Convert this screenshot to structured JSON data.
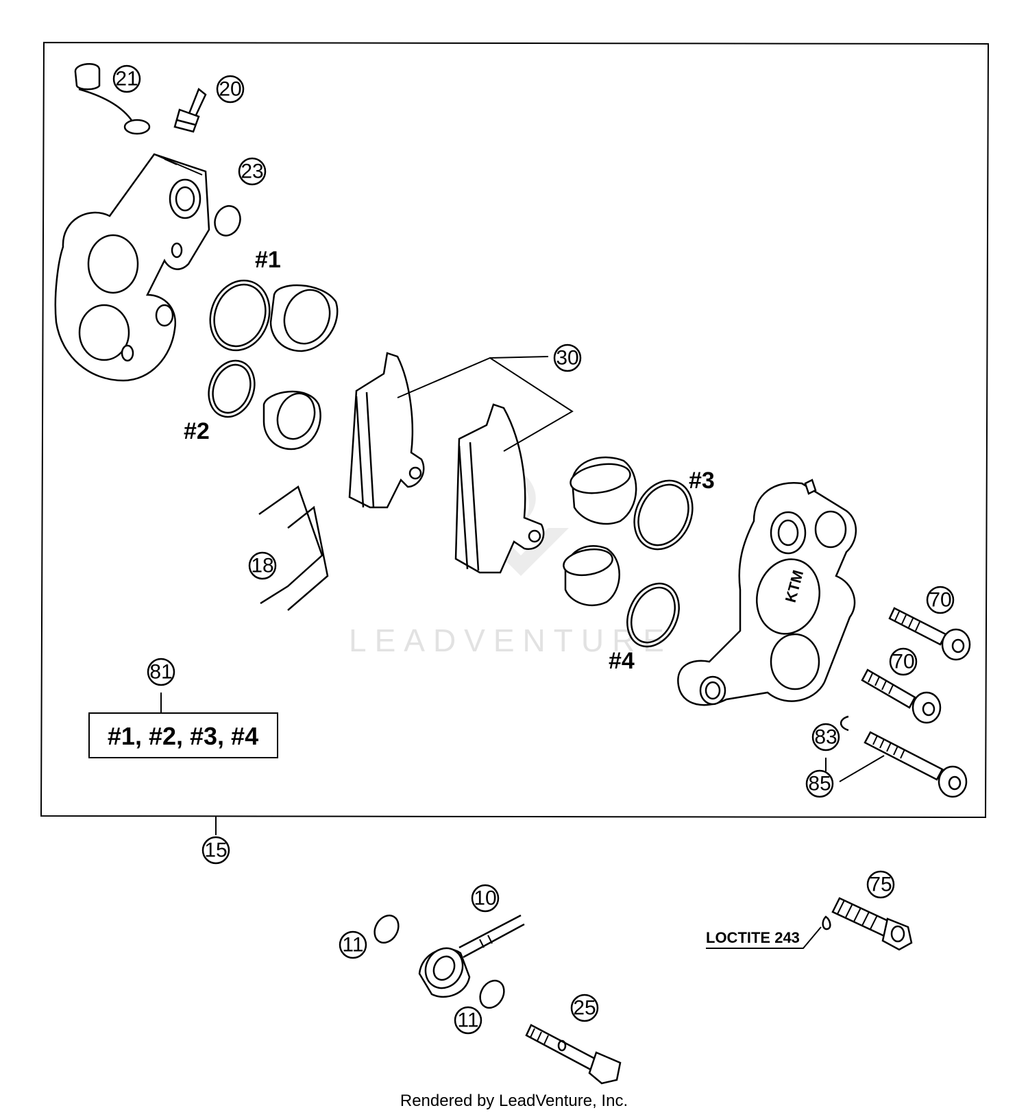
{
  "callouts": {
    "c21": "21",
    "c20": "20",
    "c23": "23",
    "c30": "30",
    "c18": "18",
    "c70a": "70",
    "c70b": "70",
    "c81": "81",
    "c83": "83",
    "c85": "85",
    "c15": "15",
    "c10": "10",
    "c11a": "11",
    "c11b": "11",
    "c25": "25",
    "c75": "75"
  },
  "group_labels": {
    "g1": "#1",
    "g2": "#2",
    "g3": "#3",
    "g4": "#4"
  },
  "kit_box_text": "#1, #2, #3, #4",
  "loctite_label": "LOCTITE 243",
  "caliper_brand": "KTM",
  "watermark": "LEADVENTURE",
  "footer": "Rendered by LeadVenture, Inc."
}
